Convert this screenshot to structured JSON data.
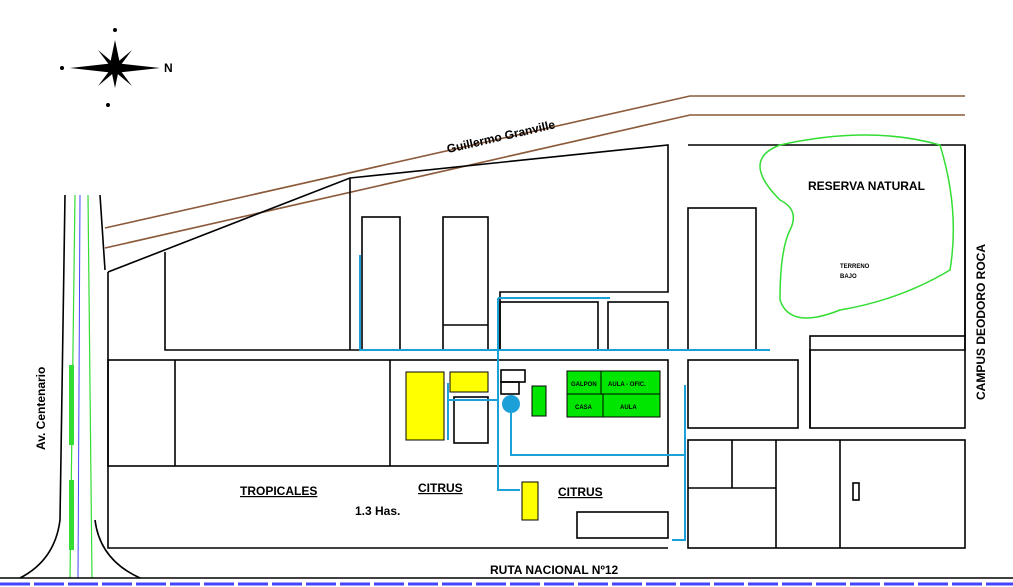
{
  "compass": {
    "north_label": "N"
  },
  "streets": {
    "top": "Guillermo Granville",
    "left": "Av. Centenario",
    "bottom": "RUTA NACIONAL Nº12",
    "right": "CAMPUS DEODORO ROCA"
  },
  "areas": {
    "reserve": "RESERVA NATURAL",
    "low_ground_1": "TERRENO",
    "low_ground_2": "BAJO",
    "tropicales": "TROPICALES",
    "tropicales_area": "1.3 Has.",
    "citrus_1": "CITRUS",
    "citrus_2": "CITRUS"
  },
  "buildings": {
    "galpon": "GALPON",
    "aula_ofic": "AULA - OFIC.",
    "casa": "CASA",
    "aula": "AULA"
  },
  "colors": {
    "water_line": "#1ca0d8",
    "green_buildings": "#00e600",
    "yellow_buildings": "#ffff00",
    "reserve_outline": "#33dd33",
    "road": "#8a5a3a",
    "highway_line": "#4444ff"
  }
}
